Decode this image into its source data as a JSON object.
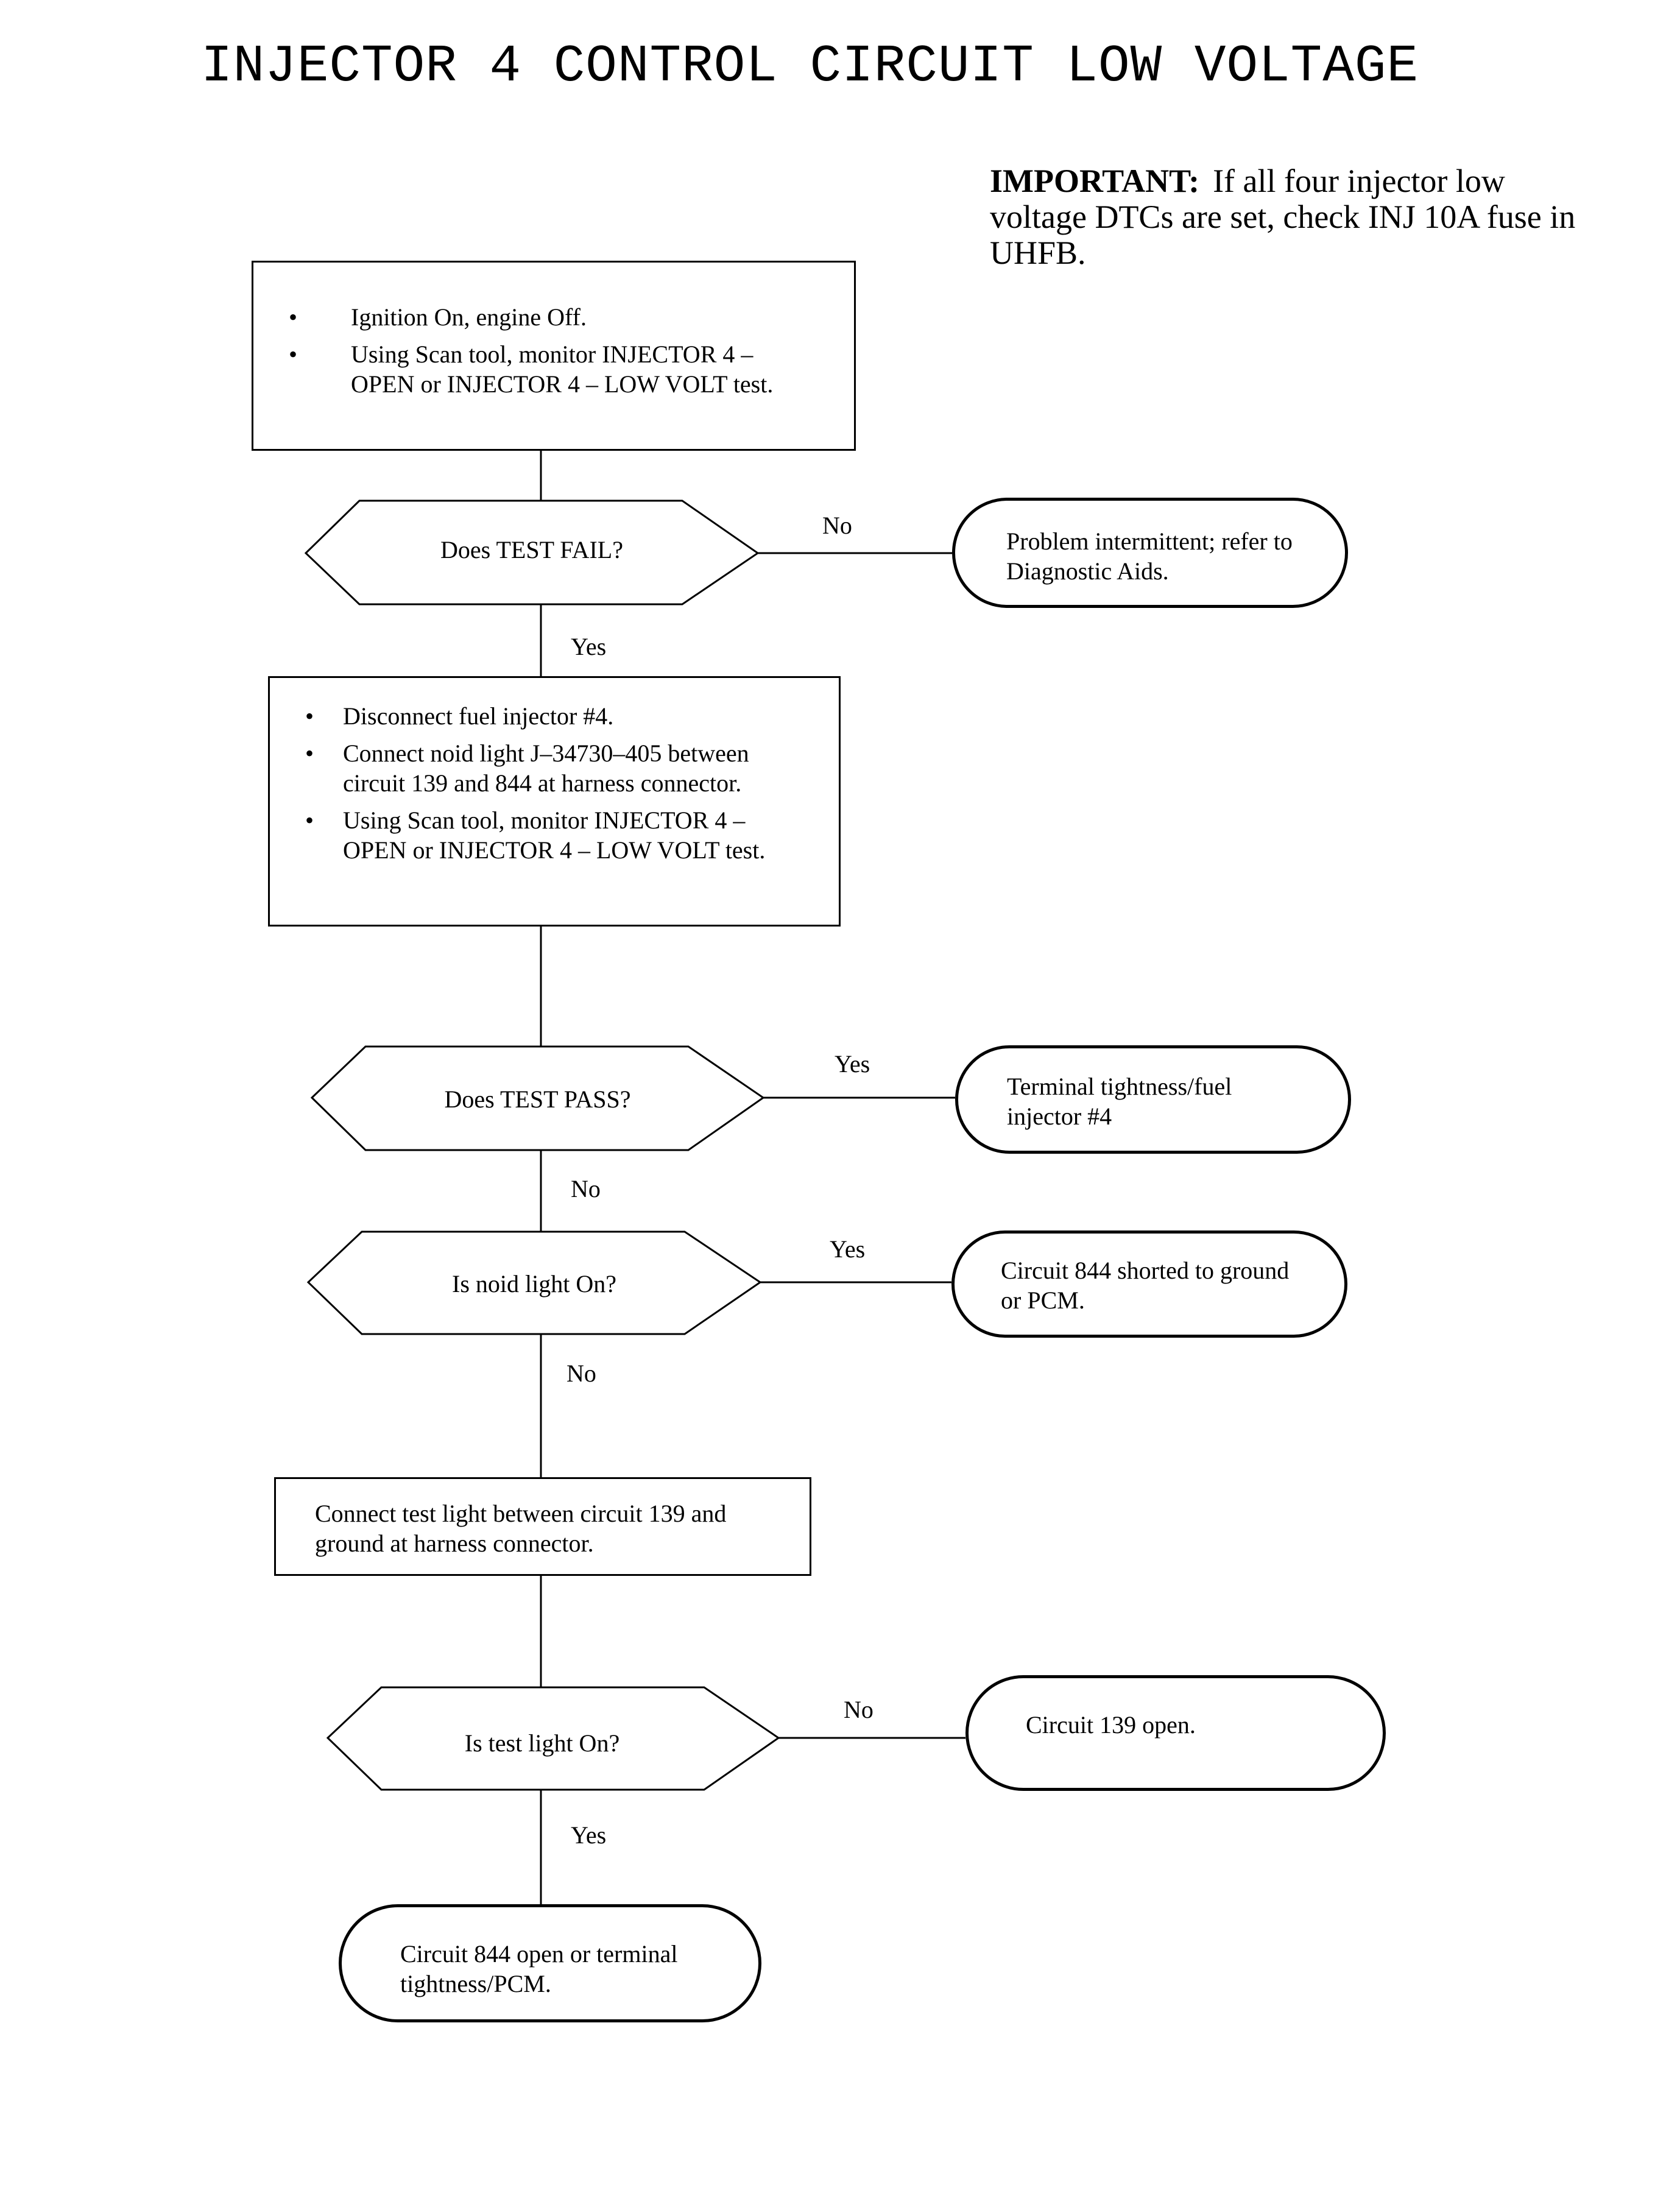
{
  "title": "INJECTOR 4 CONTROL CIRCUIT LOW VOLTAGE",
  "note": {
    "label": "IMPORTANT:",
    "text": "If all four injector low voltage DTCs are set, check INJ 10A fuse in UHFB."
  },
  "steps": {
    "step1": {
      "bullets": [
        "Ignition On, engine Off.",
        "Using Scan tool, monitor INJECTOR 4 – OPEN or INJECTOR 4 – LOW VOLT test."
      ]
    },
    "step2": {
      "bullets": [
        "Disconnect fuel injector #4.",
        "Connect noid light J–34730–405 between circuit 139 and 844 at harness connector.",
        "Using Scan tool, monitor INJECTOR 4 – OPEN or INJECTOR 4 – LOW VOLT test."
      ]
    },
    "step3": {
      "text": "Connect test light between circuit 139 and ground at harness connector."
    }
  },
  "decisions": {
    "d1": "Does TEST FAIL?",
    "d2": "Does TEST PASS?",
    "d3": "Is noid light On?",
    "d4": "Is test light On?"
  },
  "results": {
    "r1": "Problem intermittent; refer to Diagnostic Aids.",
    "r2": "Terminal tightness/fuel injector #4",
    "r3": "Circuit 844 shorted to ground or PCM.",
    "r4": "Circuit 139 open.",
    "r5": "Circuit 844 open or terminal tightness/PCM."
  },
  "branch_labels": {
    "d1_right": "No",
    "d1_down": "Yes",
    "d2_right": "Yes",
    "d2_down": "No",
    "d3_right": "Yes",
    "d3_down": "No",
    "d4_right": "No",
    "d4_down": "Yes"
  }
}
